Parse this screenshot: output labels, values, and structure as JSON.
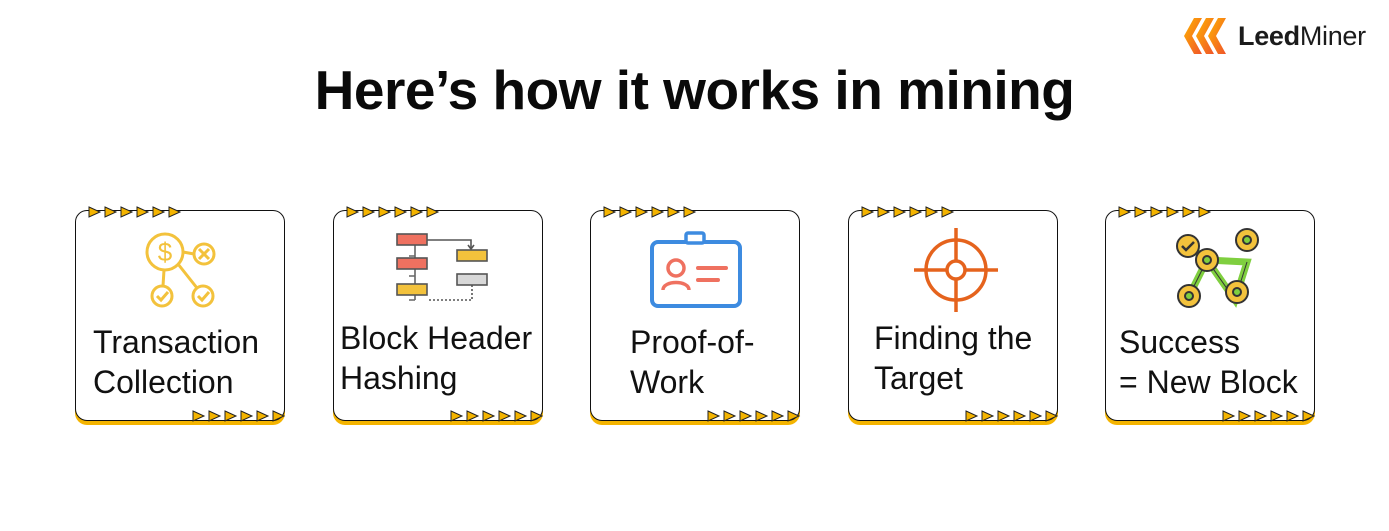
{
  "brand": {
    "name_bold": "Leed",
    "name_regular": "Miner"
  },
  "title": "Here’s how it works in mining",
  "cards": [
    {
      "line1": "Transaction",
      "line2": "Collection",
      "icon": "dollar-network-icon"
    },
    {
      "line1": "Block Header",
      "line2": "Hashing",
      "icon": "block-flow-icon"
    },
    {
      "line1": "Proof-of-",
      "line2": "Work",
      "icon": "id-card-icon"
    },
    {
      "line1": "Finding the",
      "line2": "Target",
      "icon": "crosshair-target-icon"
    },
    {
      "line1": "Success",
      "line2": "= New Block",
      "icon": "chain-blocks-icon"
    }
  ],
  "colors": {
    "accent": "#f4b400",
    "icon_gold": "#f3c23c",
    "icon_red": "#ef7160",
    "icon_blue": "#3d8be0",
    "icon_orange": "#e5631d",
    "icon_green": "#7fcf3f"
  }
}
